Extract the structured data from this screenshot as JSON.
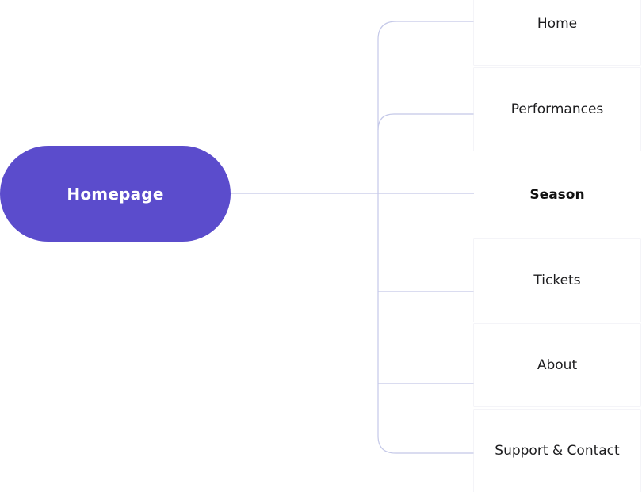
{
  "root": {
    "label": "Homepage",
    "color": "#5b4ccc"
  },
  "items": [
    {
      "label": "Home"
    },
    {
      "label": "Performances"
    },
    {
      "label": "Season",
      "active": true
    },
    {
      "label": "Tickets"
    },
    {
      "label": "About"
    },
    {
      "label": "Support & Contact"
    }
  ],
  "connector_color": "#c4c8e8"
}
